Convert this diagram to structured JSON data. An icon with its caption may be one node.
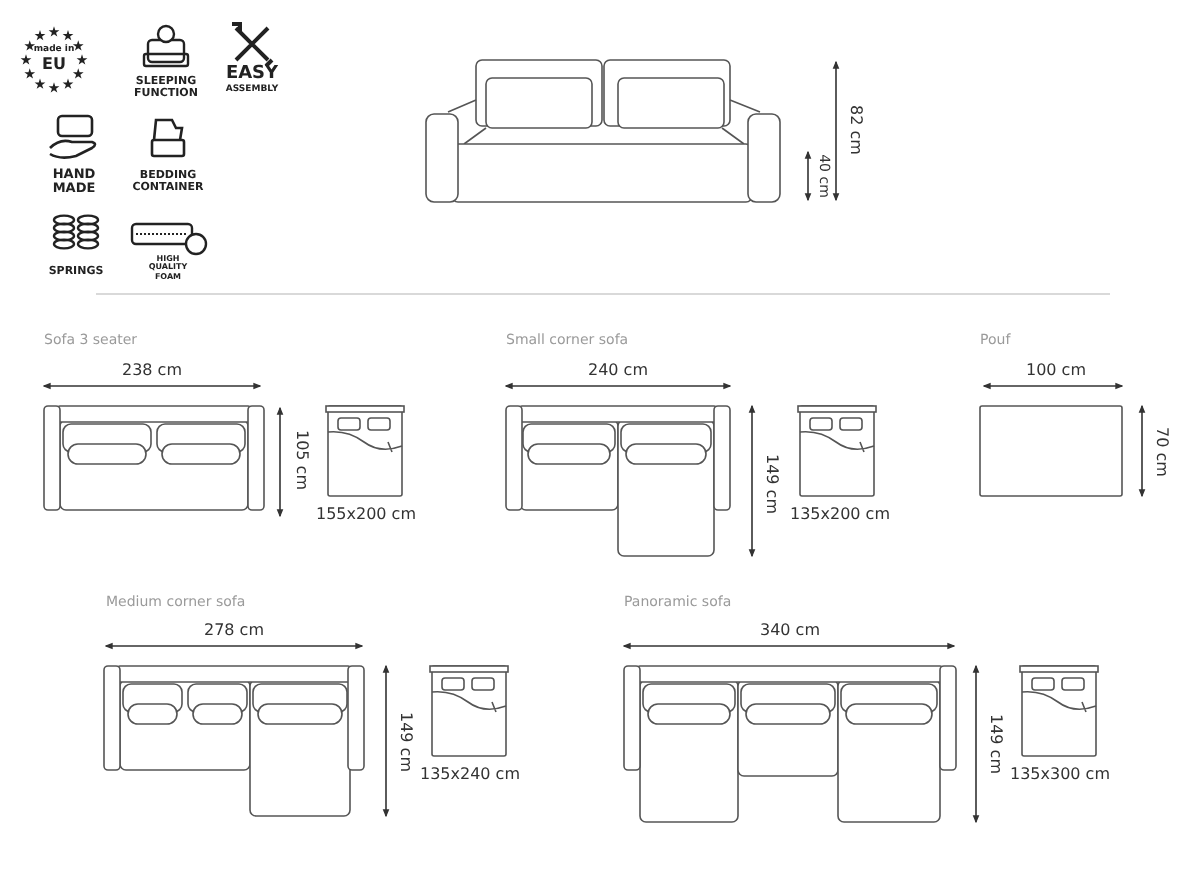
{
  "diagram": {
    "labels": [
      "made in",
      "EU",
      "SLEEPING FUNCTION",
      "EASY",
      "ASSEMBLY",
      "HAND MADE",
      "BEDDING CONTAINER",
      "SPRINGS",
      "HIGH QUALITY FOAM",
      "82 cm",
      "40 cm",
      "Sofa 3 seater",
      "Small corner sofa",
      "Pouf",
      "238 cm",
      "240 cm",
      "100 cm",
      "105 cm",
      "149 cm",
      "70 cm",
      "155x200 cm",
      "135x200 cm",
      "Medium corner sofa",
      "Panoramic sofa",
      "278 cm",
      "340 cm",
      "149 cm",
      "135x240 cm",
      "149 cm",
      "135x300 cm"
    ]
  }
}
